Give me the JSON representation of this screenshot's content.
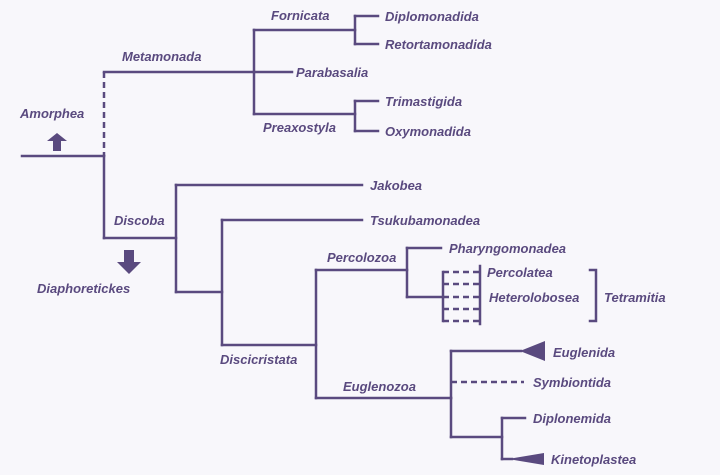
{
  "taxa": {
    "amorphea": "Amorphea",
    "diaphoretickes": "Diaphoretickes",
    "metamonada": "Metamonada",
    "fornicata": "Fornicata",
    "diplomonadida": "Diplomonadida",
    "retortamonadida": "Retortamonadida",
    "parabasalia": "Parabasalia",
    "preaxostyla": "Preaxostyla",
    "trimastigida": "Trimastigida",
    "oxymonadida": "Oxymonadida",
    "discoba": "Discoba",
    "jakobea": "Jakobea",
    "tsukubamonadea": "Tsukubamonadea",
    "discicristata": "Discicristata",
    "percolozoa": "Percolozoa",
    "pharyngomonadea": "Pharyngomonadea",
    "percolatea": "Percolatea",
    "heterolobosea": "Heterolobosea",
    "tetramitia": "Tetramitia",
    "euglenozoa": "Euglenozoa",
    "euglenida": "Euglenida",
    "symbiontida": "Symbiontida",
    "diplonemida": "Diplonemida",
    "kinetoplastea": "Kinetoplastea"
  },
  "colors": {
    "ink": "#5a4a7f",
    "background": "#f8f7fb"
  }
}
